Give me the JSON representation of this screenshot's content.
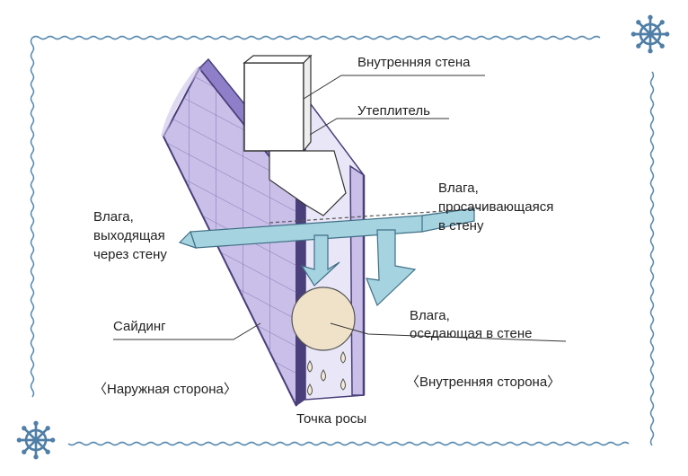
{
  "labels": {
    "inner_wall": "Внутренняя стена",
    "insulation": "Утеплитель",
    "moisture_in": [
      "Влага,",
      "просачивающаяся",
      "в стену"
    ],
    "moisture_out": [
      "Влага,",
      "выходящая",
      "через стену"
    ],
    "siding": "Сайдинг",
    "moisture_settling": [
      "Влага,",
      "оседающая в стене"
    ],
    "outer_side": "〈Наружная сторона〉",
    "inner_side": "〈Внутренняя сторона〉",
    "dew_point": "Точка росы"
  },
  "colors": {
    "frame": "#5b8bb0",
    "wall_fill": "#c9bfe8",
    "wall_stroke": "#4a3f7a",
    "inner_fill": "#e9e6f7",
    "arrow_fill": "#a6d3e0",
    "arrow_stroke": "#3f6f86",
    "sphere": "#efe2c8",
    "drop": "#f3ead8"
  },
  "icons": [
    "ship-wheel-icon",
    "ship-wheel-icon"
  ]
}
